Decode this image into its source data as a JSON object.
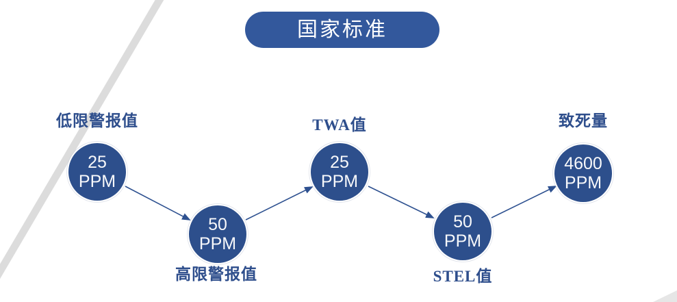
{
  "title": {
    "text": "国家标准"
  },
  "nodes": [
    {
      "label": "低限警报值",
      "value": "25",
      "unit": "PPM",
      "label_position": "above"
    },
    {
      "label": "高限警报值",
      "value": "50",
      "unit": "PPM",
      "label_position": "below"
    },
    {
      "label": "TWA值",
      "value": "25",
      "unit": "PPM",
      "label_position": "above"
    },
    {
      "label": "STEL值",
      "value": "50",
      "unit": "PPM",
      "label_position": "below"
    },
    {
      "label": "致死量",
      "value": "4600",
      "unit": "PPM",
      "label_position": "above"
    }
  ],
  "colors": {
    "title_pill_blue": "#33589c",
    "circle_blue": "#2d4f8c",
    "label_text_blue": "#2e4e8c",
    "arrow_blue": "#2e5190",
    "circle_value_text": "#f7f8fa",
    "stripe_gray": "#d9d9d9"
  }
}
